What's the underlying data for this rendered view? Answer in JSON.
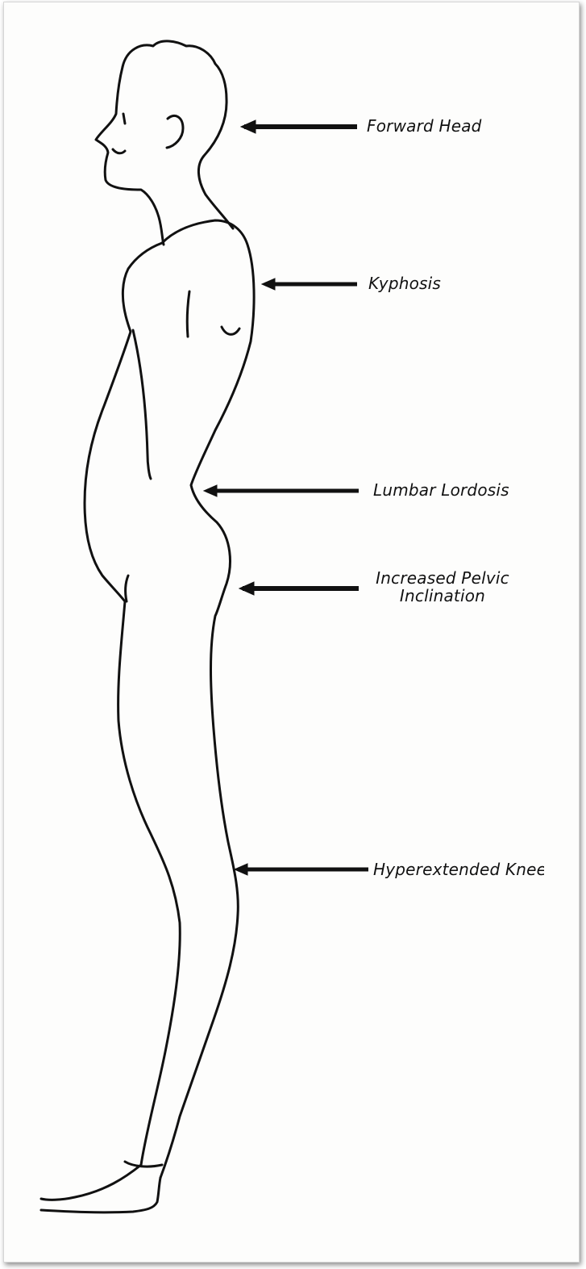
{
  "labels": {
    "forward_head": "Forward Head",
    "kyphosis": "Kyphosis",
    "lumbar_lordosis": "Lumbar Lordosis",
    "pelvic_line1": "Increased Pelvic",
    "pelvic_line2": "Inclination",
    "knees": "Hyperextended Knee:"
  },
  "colors": {
    "ink": "#111111",
    "paper": "#fdfdfc"
  }
}
